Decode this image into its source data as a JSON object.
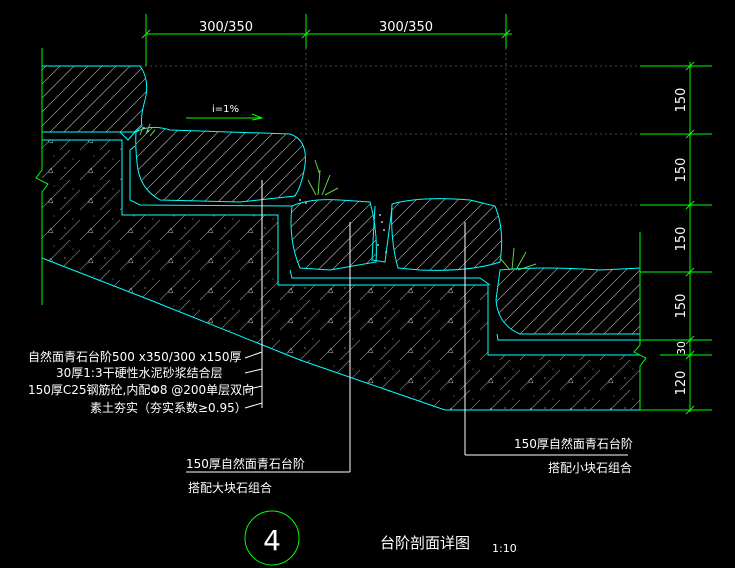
{
  "drawing": {
    "title": "台阶剖面详图",
    "scale": "1:10",
    "detail_number": "4"
  },
  "dimensions": {
    "top": [
      "300/350",
      "300/350"
    ],
    "right": [
      "150",
      "150",
      "150",
      "150",
      "30",
      "120"
    ]
  },
  "slope_label": "i=1%",
  "notes_left": [
    "自然面青石台阶500 x350/300 x150厚",
    "30厚1:3干硬性水泥砂浆结合层",
    "150厚C25钢筋砼,内配Φ8 @200单层双向",
    "素土夯实（夯实系数≥0.95）"
  ],
  "note_center": {
    "line1": "150厚自然面青石台阶",
    "line2": "搭配大块石组合"
  },
  "note_right": {
    "line1": "150厚自然面青石台阶",
    "line2": "搭配小块石组合"
  },
  "colors": {
    "background": "#000000",
    "dimension": "#00ff00",
    "outline": "#00ffff",
    "hatch": "#ffffff",
    "text": "#ffffff",
    "grass": "#66cc44"
  }
}
